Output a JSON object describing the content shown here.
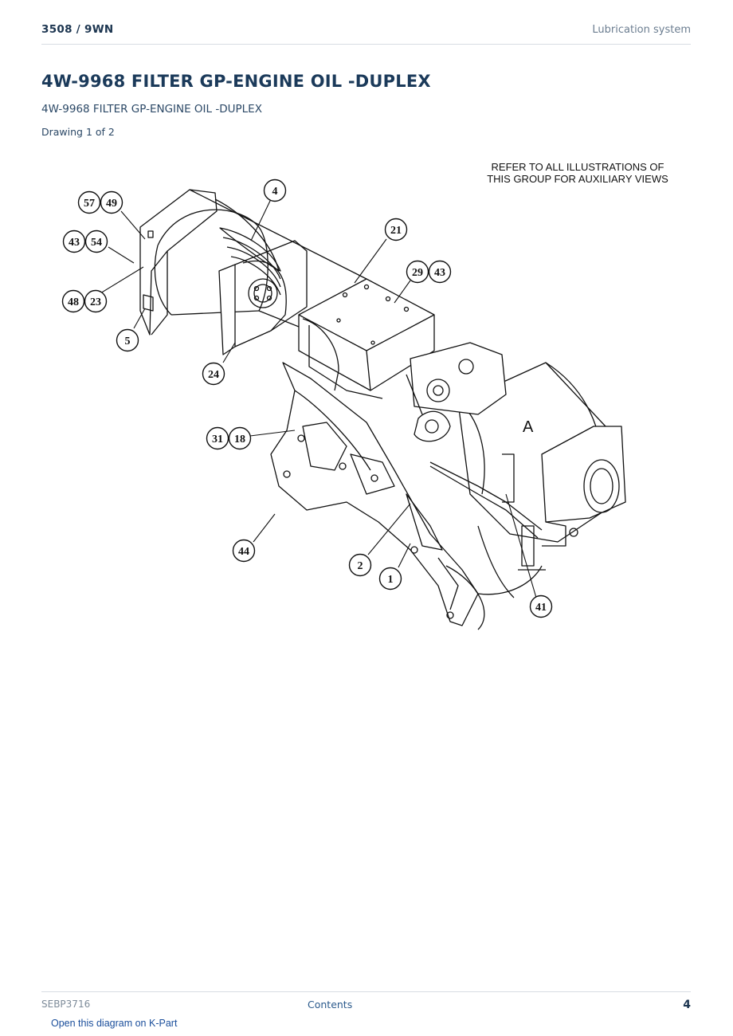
{
  "header": {
    "model": "3508  /  9WN",
    "section": "Lubrication system"
  },
  "title": "4W-9968 FILTER GP-ENGINE OIL -DUPLEX",
  "subtitle": "4W-9968 FILTER GP-ENGINE OIL -DUPLEX",
  "drawing_label": "Drawing 1 of 2",
  "diagram": {
    "note_line1": "REFER TO ALL ILLUSTRATIONS OF",
    "note_line2": "THIS GROUP FOR AUXILIARY VIEWS",
    "view_label": "A",
    "callouts": [
      "57",
      "49",
      "43",
      "54",
      "48",
      "23",
      "5",
      "4",
      "21",
      "29",
      "43",
      "24",
      "31",
      "18",
      "44",
      "2",
      "1",
      "41"
    ]
  },
  "footer": {
    "doc_id": "SEBP3716",
    "contents_link": "Contents",
    "page_number": "4",
    "kpart_link": "Open this diagram on K-Part"
  }
}
